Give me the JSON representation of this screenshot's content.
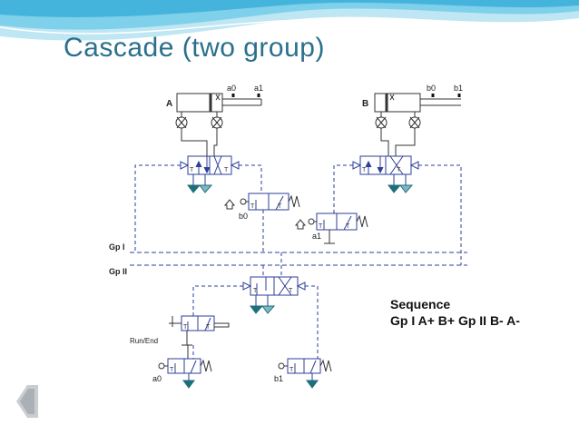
{
  "slide": {
    "title": "Cascade (two group)",
    "sequence_heading": "Sequence",
    "sequence_text": "Gp I A+ B+ Gp II B- A-"
  },
  "diagram": {
    "cylinder_a": {
      "label": "A",
      "sensor_retracted": "a0",
      "sensor_extended": "a1"
    },
    "cylinder_b": {
      "label": "B",
      "sensor_retracted": "b0",
      "sensor_extended": "b1"
    },
    "group_lines": {
      "group_1": "Gp I",
      "group_2": "Gp II"
    },
    "valves": {
      "limit_b0": "b0",
      "limit_a1": "a1",
      "start_label": "Run/End",
      "limit_a0": "a0",
      "limit_b1": "b1"
    },
    "port_mark": "T"
  },
  "colors": {
    "title": "#2a6f8c",
    "line": "#2d3f9a",
    "wave_top": "#6ec6e3",
    "exhaust": "#1e6f7a"
  }
}
